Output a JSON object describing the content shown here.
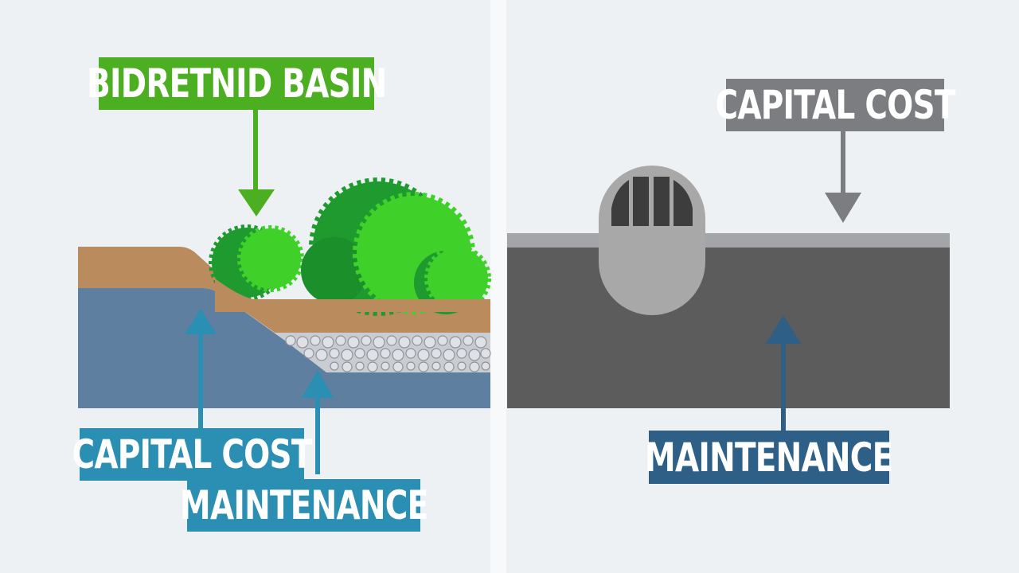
{
  "left_panel": {
    "title_label": "BIDRETNID BASIN",
    "capital_cost_label": "CAPITAL COST",
    "maintenance_label": "MAINTENANCE",
    "colors": {
      "green_label": "#4caf22",
      "blue_label": "#2a8fb3",
      "soil": "#b98b5d",
      "subgrade": "#5f7fa0",
      "gravel": "#c9ccd1",
      "shrub_dark": "#1e9a2e",
      "shrub_light": "#3fd12a"
    }
  },
  "right_panel": {
    "capital_cost_label": "CAPITAL COST",
    "maintenance_label": "MAINTENANCE",
    "colors": {
      "grey_label": "#7b7d80",
      "navy_label": "#2e5f86",
      "pavement_top": "#a3a5a8",
      "pavement_body": "#5c5c5c",
      "drain": "#a8a8a8",
      "drain_grate": "#3d3d3d"
    }
  }
}
